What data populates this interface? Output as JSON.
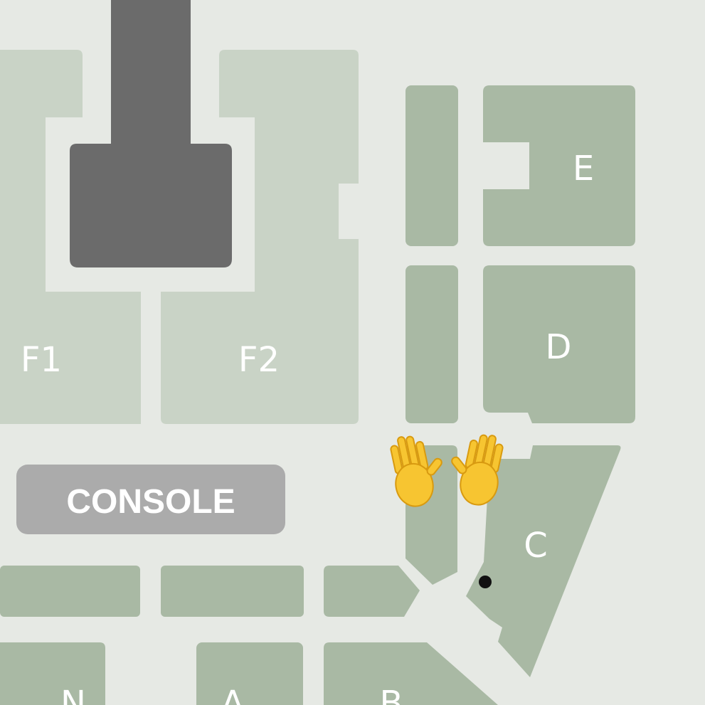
{
  "map": {
    "sections": {
      "f1": "F1",
      "f2": "F2",
      "e": "E",
      "d": "D",
      "c": "C",
      "n": "N",
      "a": "A",
      "b": "B"
    },
    "console_label": "CONSOLE",
    "marker": {
      "glyphs": "🙌",
      "icon": "raising-hands-icon"
    },
    "colors": {
      "background": "#e6e9e4",
      "section_light": "#c9d3c6",
      "section_green": "#a9b9a4",
      "stage": "#6b6b6b",
      "console": "#ababab",
      "label": "#ffffff",
      "seat_dot": "#111111"
    }
  }
}
